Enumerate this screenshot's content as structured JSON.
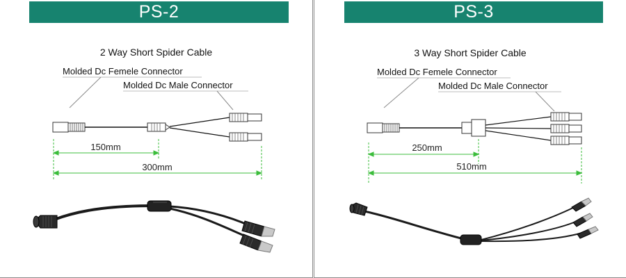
{
  "panels": [
    {
      "header": "PS-2",
      "subtitle": "2 Way Short Spider Cable",
      "female_label": "Molded Dc Femele Connector",
      "male_label": "Molded Dc Male Connector",
      "dim_short": "150mm",
      "dim_long": "300mm",
      "branch_count": 2
    },
    {
      "header": "PS-3",
      "subtitle": "3 Way Short Spider Cable",
      "female_label": "Molded Dc Femele Connector",
      "male_label": "Molded Dc Male Connector",
      "dim_short": "250mm",
      "dim_long": "510mm",
      "branch_count": 3
    }
  ],
  "colors": {
    "header_bg": "#17836f",
    "dimension_line": "#3cbd3c",
    "cable": "#111111"
  }
}
